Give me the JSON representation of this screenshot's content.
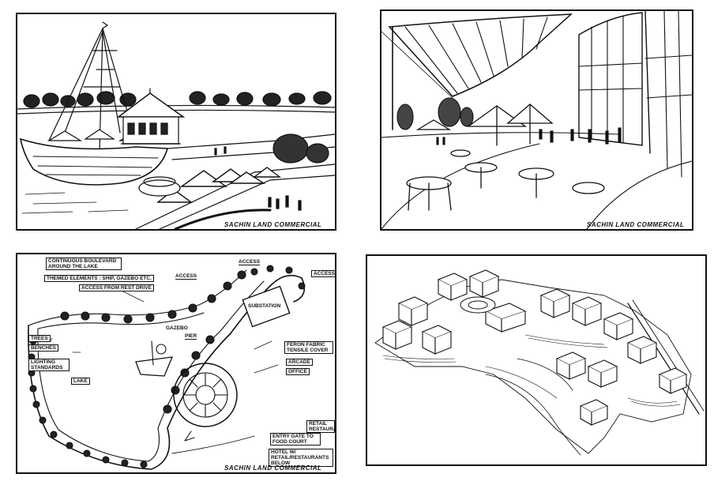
{
  "panels": {
    "boat_scene": {
      "signature": "SACHIN LAND COMMERCIAL"
    },
    "plaza_scene": {
      "signature": "SACHIN LAND COMMERCIAL"
    },
    "site_plan": {
      "signature": "SACHIN LAND COMMERCIAL",
      "labels": {
        "boulevard": "CONTINUOUS BOULEVARD AROUND THE LAKE",
        "themed": "THEMED ELEMENTS : SHIP, GAZEBO ETC.",
        "access_rest": "ACCESS FROM REST DRIVE",
        "access_top": "ACCESS",
        "access_mid": "ACCESS",
        "access_right": "ACCESS",
        "substation": "SUBSTATION",
        "trees": "TREES",
        "benches": "BENCHES",
        "lighting": "LIGHTING STANDARDS",
        "lake": "LAKE",
        "gazebo": "GAZEBO",
        "pier": "PIER",
        "fabric": "FERON FABRIC TENSILE COVER",
        "arcade": "ARCADE",
        "office": "OFFICE",
        "retail": "RETAIL RESTAURANT",
        "entry": "ENTRY GATE TO FOOD COURT",
        "hotel": "HOTEL W/ RETAIL/RESTAURANTS BELOW"
      }
    },
    "aerial_view": {}
  }
}
